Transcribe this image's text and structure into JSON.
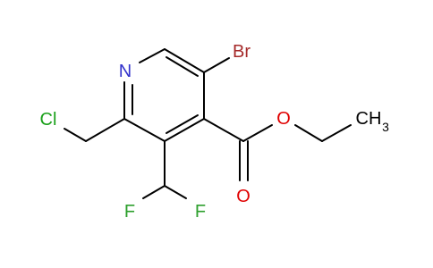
{
  "molecule": {
    "atoms": {
      "n": "N",
      "br": "Br",
      "cl": "Cl",
      "o_ester": "O",
      "o_carbonyl": "O",
      "f_left": "F",
      "f_right": "F",
      "ch3_main": "CH",
      "ch3_sub": "3"
    }
  },
  "colors": {
    "n": "#3333cc",
    "br": "#a52a2a",
    "cl": "#1aa01a",
    "o": "#e00000",
    "f": "#2ea02e",
    "c": "#000000",
    "bond": "#000000"
  }
}
